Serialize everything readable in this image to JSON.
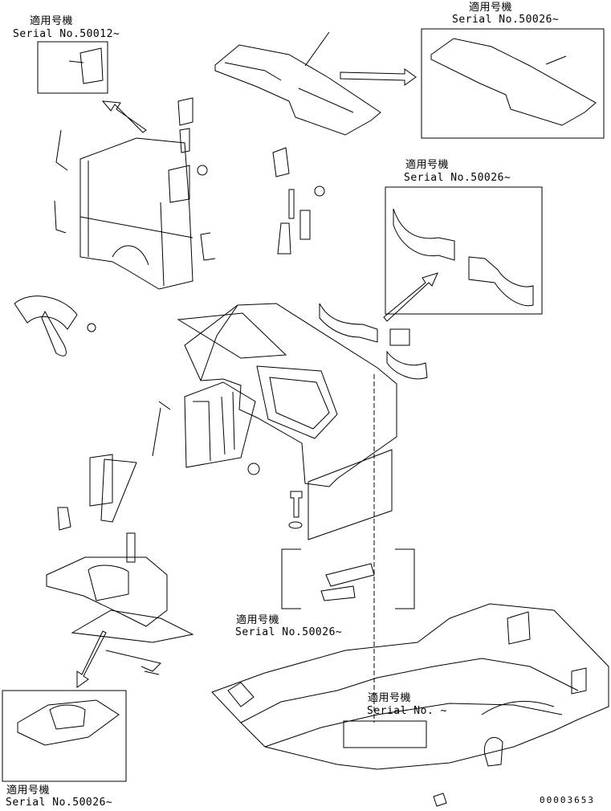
{
  "annotations": [
    {
      "id": "a1",
      "applies_to": "適用号機",
      "serial": "Serial No.50012~"
    },
    {
      "id": "a2",
      "applies_to": "適用号機",
      "serial": "Serial No.50026~"
    },
    {
      "id": "a3",
      "applies_to": "適用号機",
      "serial": "Serial No.50026~"
    },
    {
      "id": "a4",
      "applies_to": "適用号機",
      "serial": "Serial No.50026~"
    },
    {
      "id": "a5",
      "applies_to": "適用号機",
      "serial": "Serial No.  ~"
    },
    {
      "id": "a6",
      "applies_to": "適用号機",
      "serial": "Serial No.50026~"
    }
  ],
  "part_number": "00003653",
  "colors": {
    "line": "#000000",
    "background": "#ffffff"
  }
}
